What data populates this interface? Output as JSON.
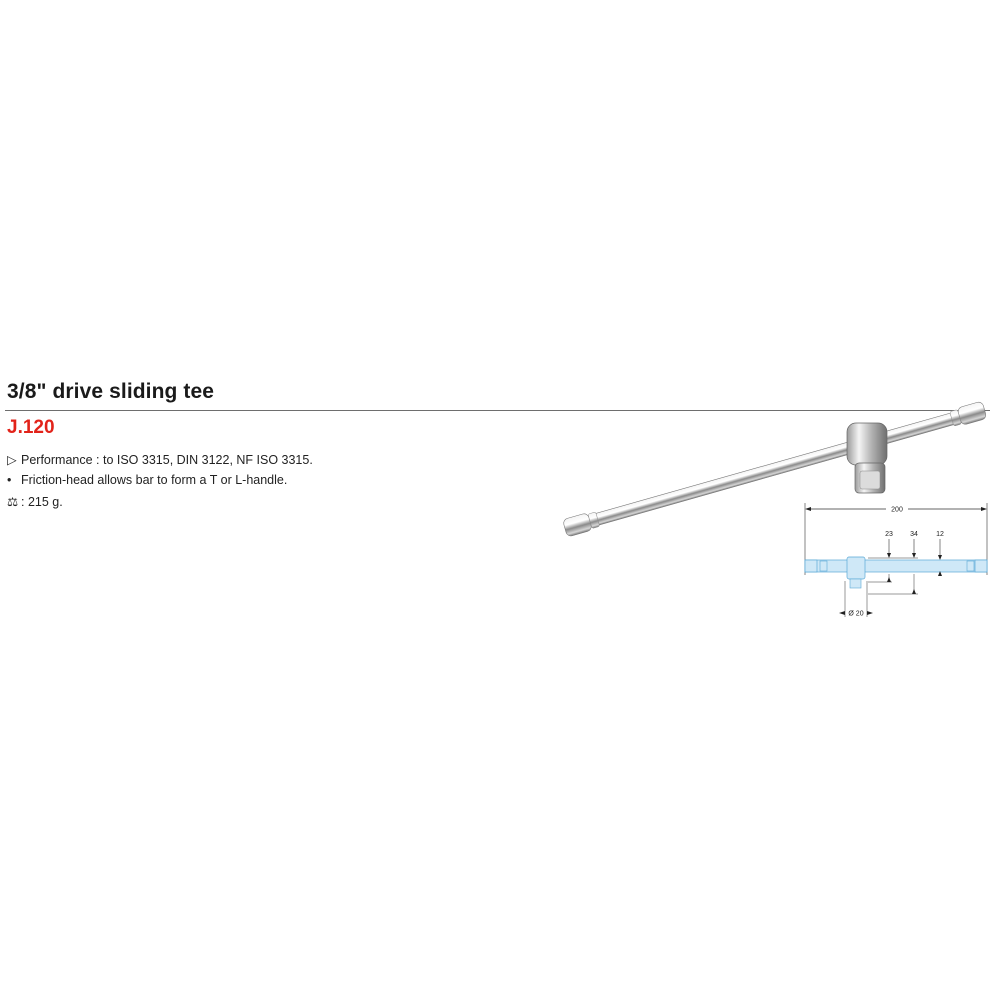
{
  "product": {
    "title": "3/8\" drive sliding tee",
    "reference": "J.120",
    "reference_color": "#e2231a",
    "features": [
      {
        "icon": "triangle-right-outline-icon",
        "glyph": "▷",
        "text": "Performance : to ISO 3315, DIN 3122, NF ISO 3315."
      },
      {
        "icon": "bullet-icon",
        "glyph": "•",
        "text": "Friction-head allows bar to form a T or L-handle."
      },
      {
        "icon": "weight-scale-icon",
        "glyph": "⚖",
        "text": ": 215 g."
      }
    ]
  },
  "diagram": {
    "overall_length": "200",
    "dims": [
      "23",
      "34",
      "12"
    ],
    "diameter": "Ø 20",
    "fill_color": "#cfe8f7",
    "stroke_color": "#5aa9d6"
  }
}
